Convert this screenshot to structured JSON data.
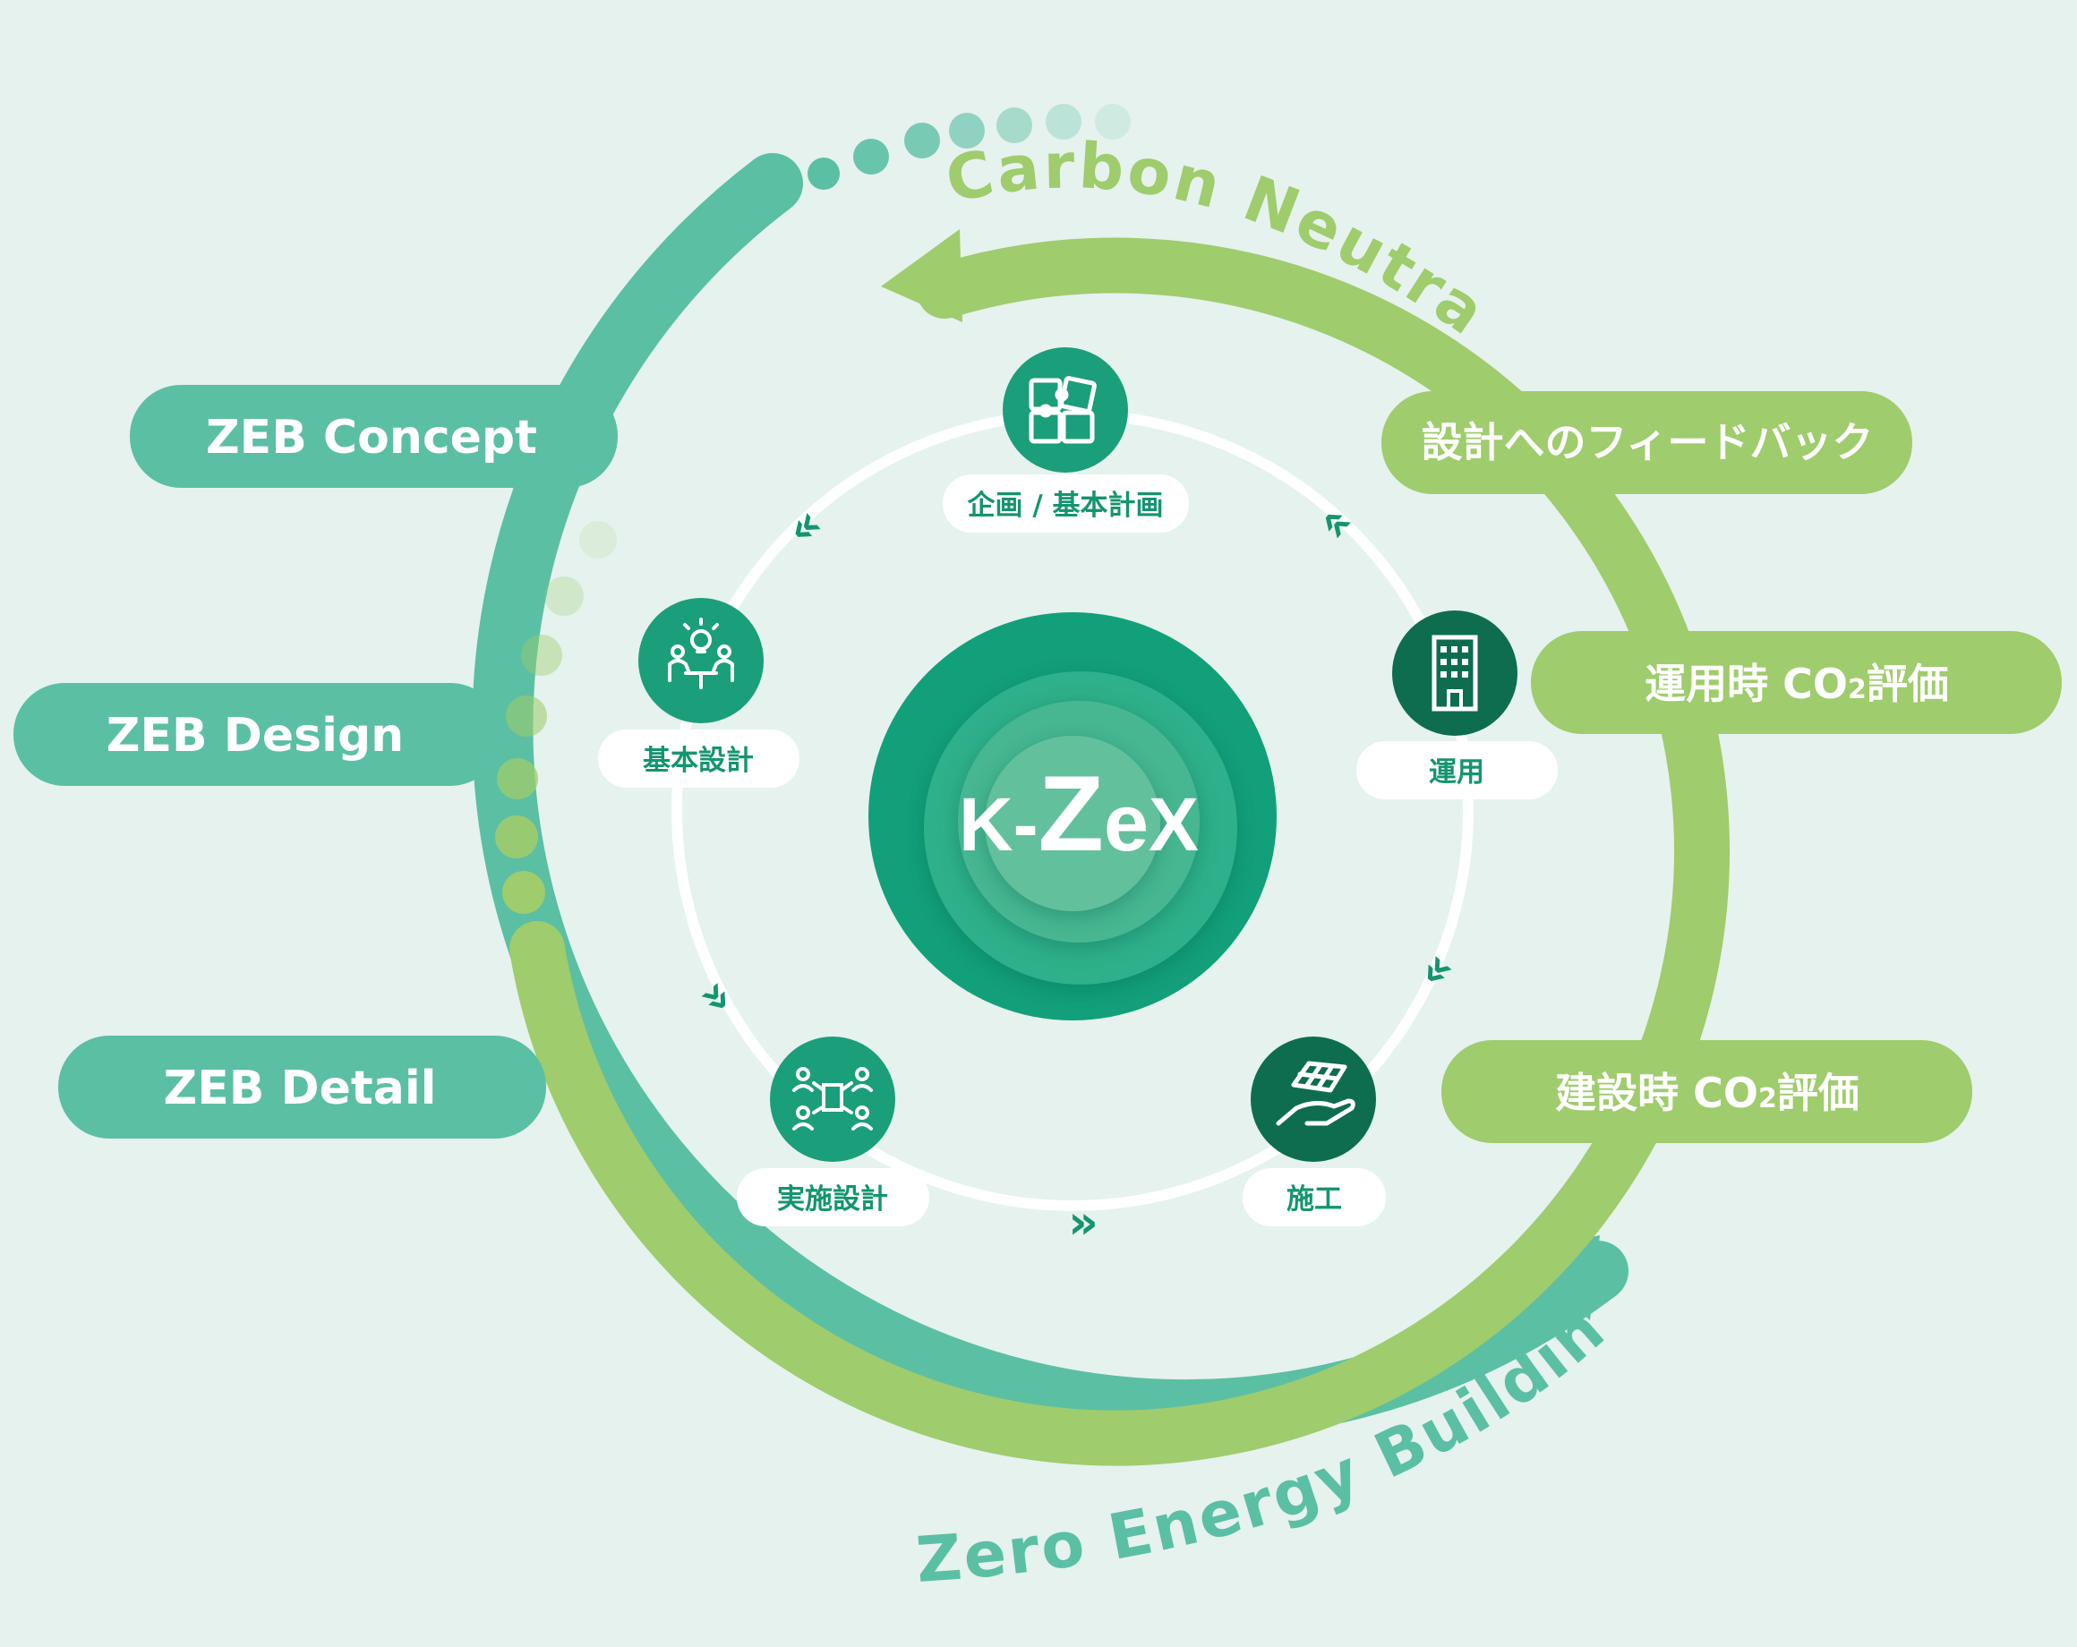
{
  "colors": {
    "background": "#e5f2ee",
    "teal": "#5bbfa4",
    "lime": "#9fcc6c",
    "deep_teal": "#1a9f7a",
    "dark_green": "#0e6d4f",
    "node_text": "#14956f",
    "white": "#ffffff"
  },
  "arcs": {
    "carbon_neutral": "Carbon Neutral",
    "zero_energy_building": "Zero Energy Building"
  },
  "left_labels": [
    "ZEB Concept",
    "ZEB Design",
    "ZEB Detail"
  ],
  "right_labels": {
    "feedback": "設計へのフィードバック",
    "operation_co2": "運用時 CO",
    "construction_co2": "建設時 CO",
    "co2_subscript": "2",
    "evaluation": "評価"
  },
  "logo": {
    "k": "K",
    "dash": "-",
    "z": "Z",
    "e": "e",
    "x": "X"
  },
  "cycle_nodes": [
    {
      "label": "企画 / 基本計画",
      "icon": "puzzle-icon"
    },
    {
      "label": "運用",
      "icon": "building-icon"
    },
    {
      "label": "施工",
      "icon": "hand-solar-panel-icon"
    },
    {
      "label": "実施設計",
      "icon": "team-network-icon"
    },
    {
      "label": "基本設計",
      "icon": "meeting-idea-icon"
    }
  ],
  "flow_marks": [
    "«",
    "«",
    "»",
    "«",
    "»"
  ]
}
